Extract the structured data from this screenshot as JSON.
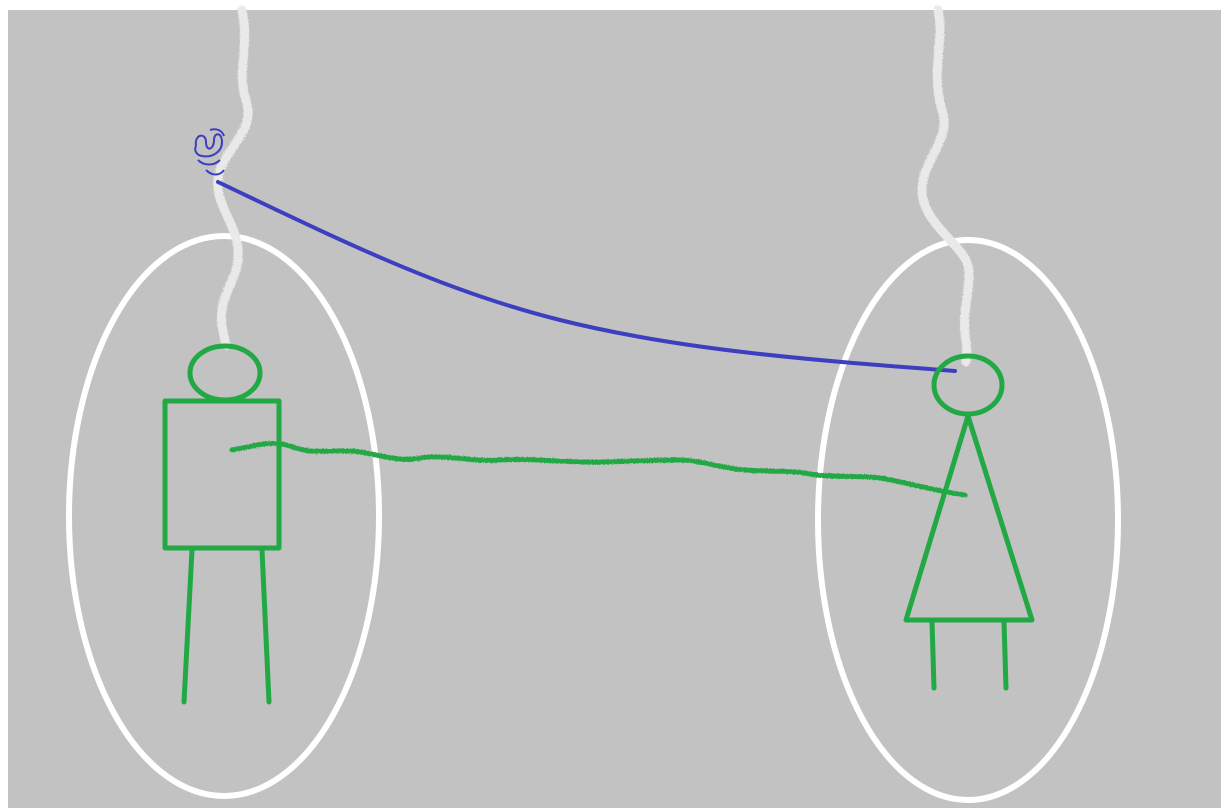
{
  "diagram": {
    "background_color": "#c2c2c2",
    "frame_color": "#ffffff",
    "oval_color": "#ffffff",
    "cord_color": "#e9e9e9",
    "figure_color": "#22a845",
    "connection_color": "#3b3fc0",
    "left_figure": {
      "shape": "rectangle-body-figure",
      "icon": "male-figure-icon"
    },
    "right_figure": {
      "shape": "triangle-body-figure",
      "icon": "female-figure-icon"
    },
    "connections": [
      {
        "kind": "smooth-curve",
        "color_key": "connection_color"
      },
      {
        "kind": "wavy-line",
        "color_key": "figure_color"
      }
    ]
  }
}
